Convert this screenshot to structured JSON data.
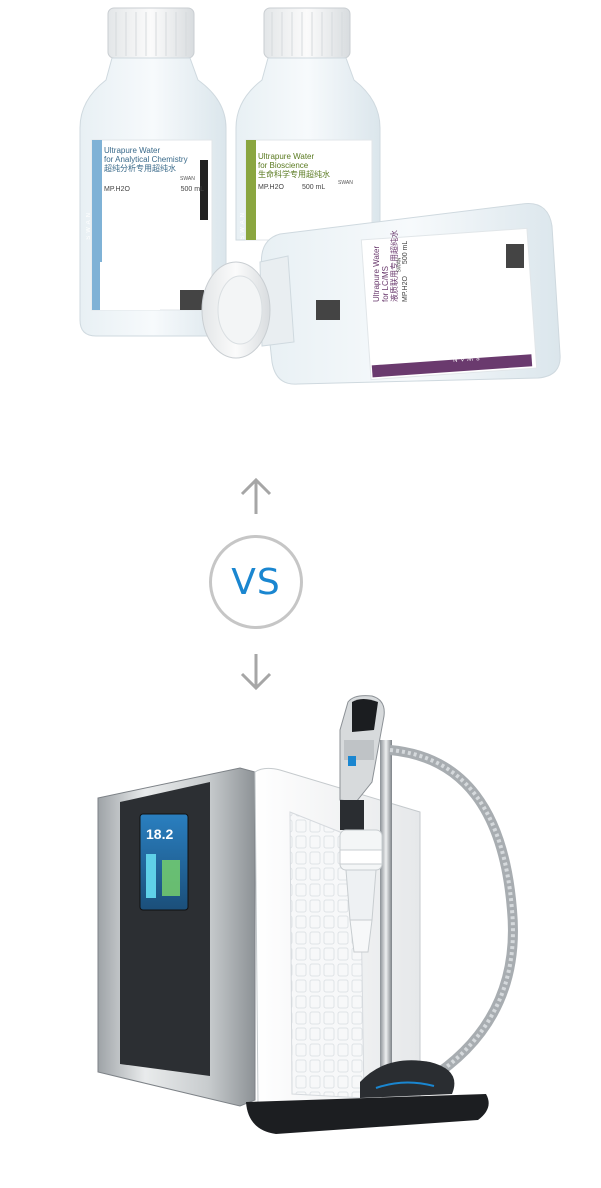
{
  "bottles": [
    {
      "brand_line1": "Ultrapure Water",
      "brand_line2": "for Analytical Chemistry",
      "cn_name": "超纯分析专用超纯水",
      "spec": "MP.H2O",
      "volume": "500 mL",
      "logo_text": "SWAN",
      "side_text": "SWAN",
      "accent": "#7fb2d6"
    },
    {
      "brand_line1": "Ultrapure Water",
      "brand_line2": "for Bioscience",
      "cn_name": "生命科学专用超纯水",
      "spec": "MP.H2O",
      "volume": "500 mL",
      "logo_text": "SWAN",
      "side_text": "SWAN",
      "accent": "#8aa640"
    },
    {
      "brand_line1": "Ultrapure Water",
      "brand_line2": "for LC/MS",
      "cn_name": "液质联用专用超纯水",
      "spec": "MP.H2O",
      "volume": "500 mL",
      "logo_text": "SWAN",
      "side_text": "SWAN",
      "accent": "#6a3a6e"
    }
  ],
  "comparison": {
    "label": "VS",
    "color": "#1a86d0",
    "up_arrow_icon": "arrow-up-icon",
    "down_arrow_icon": "arrow-down-icon"
  },
  "machine": {
    "screen_value": "18.2"
  }
}
